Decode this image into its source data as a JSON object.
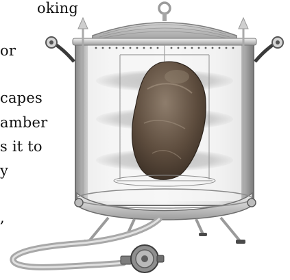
{
  "body_text": {
    "line_1": "oking",
    "line_2": "or",
    "line_3": "capes",
    "line_4": "amber",
    "line_5": "s it to",
    "line_6": "y",
    "line_7": ","
  },
  "illustration": {
    "subject": "turkey-in-cooker",
    "colors": {
      "steel_light": "#e6e6e6",
      "steel_mid": "#b8b8b8",
      "steel_dark": "#6d6d6d",
      "turkey": "#6b5a4a",
      "hose": "#cfcfcf",
      "rubber": "#2a2a2a"
    }
  }
}
